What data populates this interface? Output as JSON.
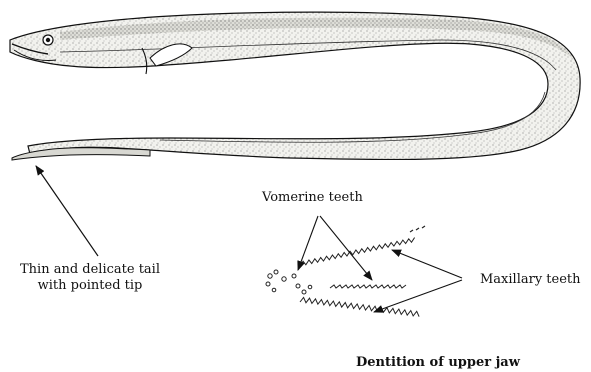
{
  "figure": {
    "labels": {
      "vomerine_teeth": "Vomerine teeth",
      "maxillary_teeth": "Maxillary teeth",
      "tail_line1": "Thin and delicate tail",
      "tail_line2": "with pointed tip",
      "caption": "Dentition of upper jaw"
    },
    "colors": {
      "ink": "#111111",
      "body_shade": "#e9e9e4",
      "background": "#ffffff"
    }
  }
}
